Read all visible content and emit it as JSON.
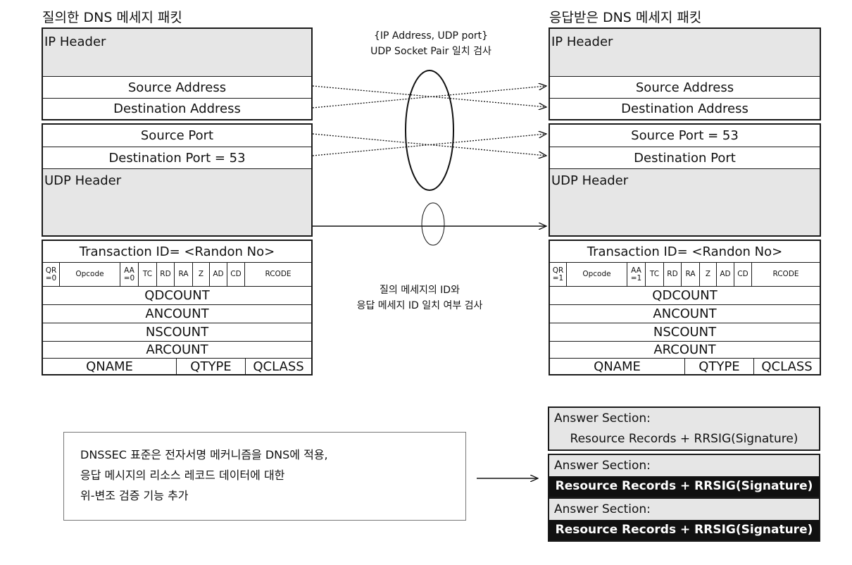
{
  "query_title": "질의한 DNS 메세지 패킷",
  "response_title": "응답받은 DNS 메세지 패킷",
  "labels": {
    "ip_header": "IP Header",
    "udp_header": "UDP Header",
    "source_address": "Source Address",
    "destination_address": "Destination Address",
    "transaction_id": "Transaction ID= <Randon No>",
    "qdcount": "QDCOUNT",
    "ancount": "ANCOUNT",
    "nscount": "NSCOUNT",
    "arcount": "ARCOUNT",
    "qname": "QNAME",
    "qtype": "QTYPE",
    "qclass": "QCLASS"
  },
  "query": {
    "source_port": "Source Port",
    "destination_port": "Destination Port = 53",
    "flags": [
      "QR\n=0",
      "Opcode",
      "AA\n=0",
      "TC",
      "RD",
      "RA",
      "Z",
      "AD",
      "CD",
      "RCODE"
    ]
  },
  "response": {
    "source_port": "Source Port = 53",
    "destination_port": "Destination Port",
    "flags": [
      "QR\n=1",
      "Opcode",
      "AA\n=1",
      "TC",
      "RD",
      "RA",
      "Z",
      "AD",
      "CD",
      "RCODE"
    ]
  },
  "caption_top": [
    "{IP Address, UDP port}",
    "UDP Socket Pair 일치 검사"
  ],
  "caption_mid": [
    "질의 메세지의 ID와",
    "응답 메세지 ID 일치 여부 검사"
  ],
  "note_lines": [
    "DNSSEC 표준은 전자서명 메커니즘을 DNS에 적용,",
    "응답 메시지의 리소스 레코드 데이터에 대한",
    "위-변조 검증 기능 추가"
  ],
  "answers": [
    {
      "label": "Answer Section:",
      "record": "Resource Records + RRSIG(Signature)",
      "highlight": false
    },
    {
      "label": "Answer Section:",
      "record": "Resource Records + RRSIG(Signature)",
      "highlight": true
    },
    {
      "label": "Answer Section:",
      "record": "Resource Records + RRSIG(Signature)",
      "highlight": true
    }
  ]
}
